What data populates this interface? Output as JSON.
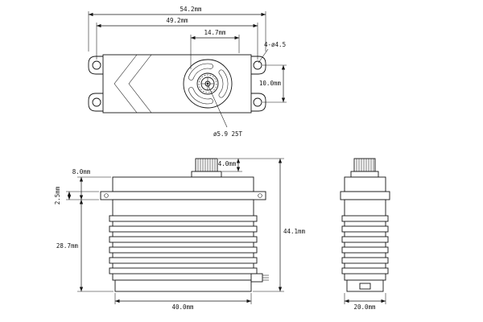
{
  "drawing": {
    "subject": "servo dimension drawing",
    "units": "mm",
    "line_color": "#141414",
    "background": "#ffffff",
    "labels": {
      "overall_width": "54.2mm",
      "hole_span_width": "49.2mm",
      "spline_offset": "14.7mm",
      "mounting_holes": "4-ø4.5",
      "hole_span_height": "10.0mm",
      "spline_spec": "ø5.9 25T",
      "spline_height": "4.0mm",
      "upper_section_height": "8.0mm",
      "flange_thickness": "2.5mm",
      "total_height": "44.1mm",
      "lower_body_height": "28.7mm",
      "body_width": "40.0mm",
      "body_depth": "20.0mm"
    }
  }
}
